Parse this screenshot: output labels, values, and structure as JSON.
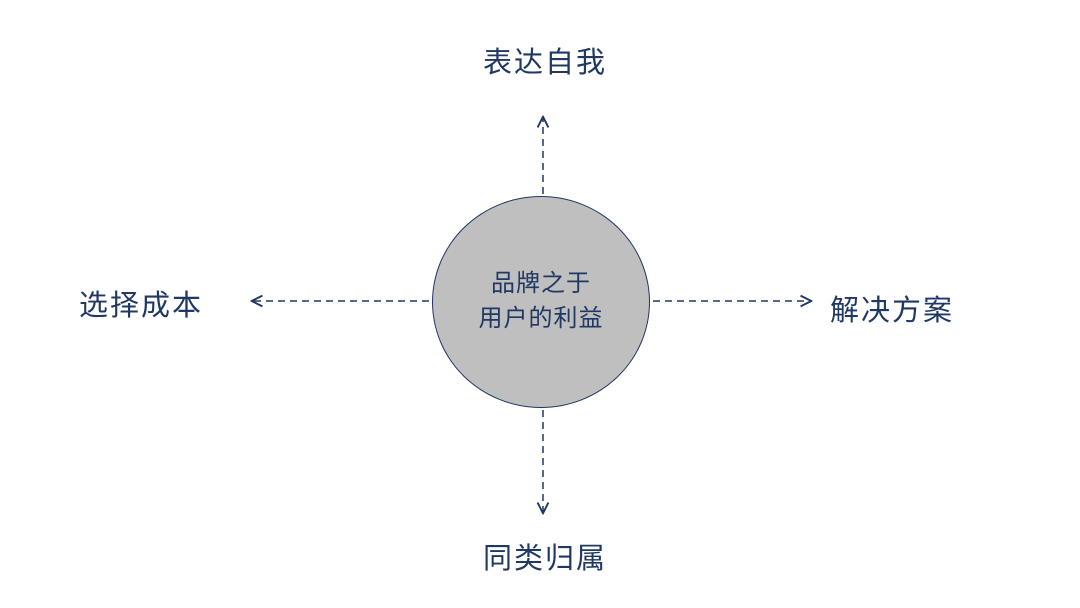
{
  "colors": {
    "ink": "#1f3864",
    "circle_fill": "#bfbfbf",
    "background": "#ffffff"
  },
  "diagram": {
    "center": {
      "line1": "品牌之于",
      "line2": "用户的利益"
    },
    "labels": {
      "top": "表达自我",
      "bottom": "同类归属",
      "left": "选择成本",
      "right": "解决方案"
    }
  }
}
